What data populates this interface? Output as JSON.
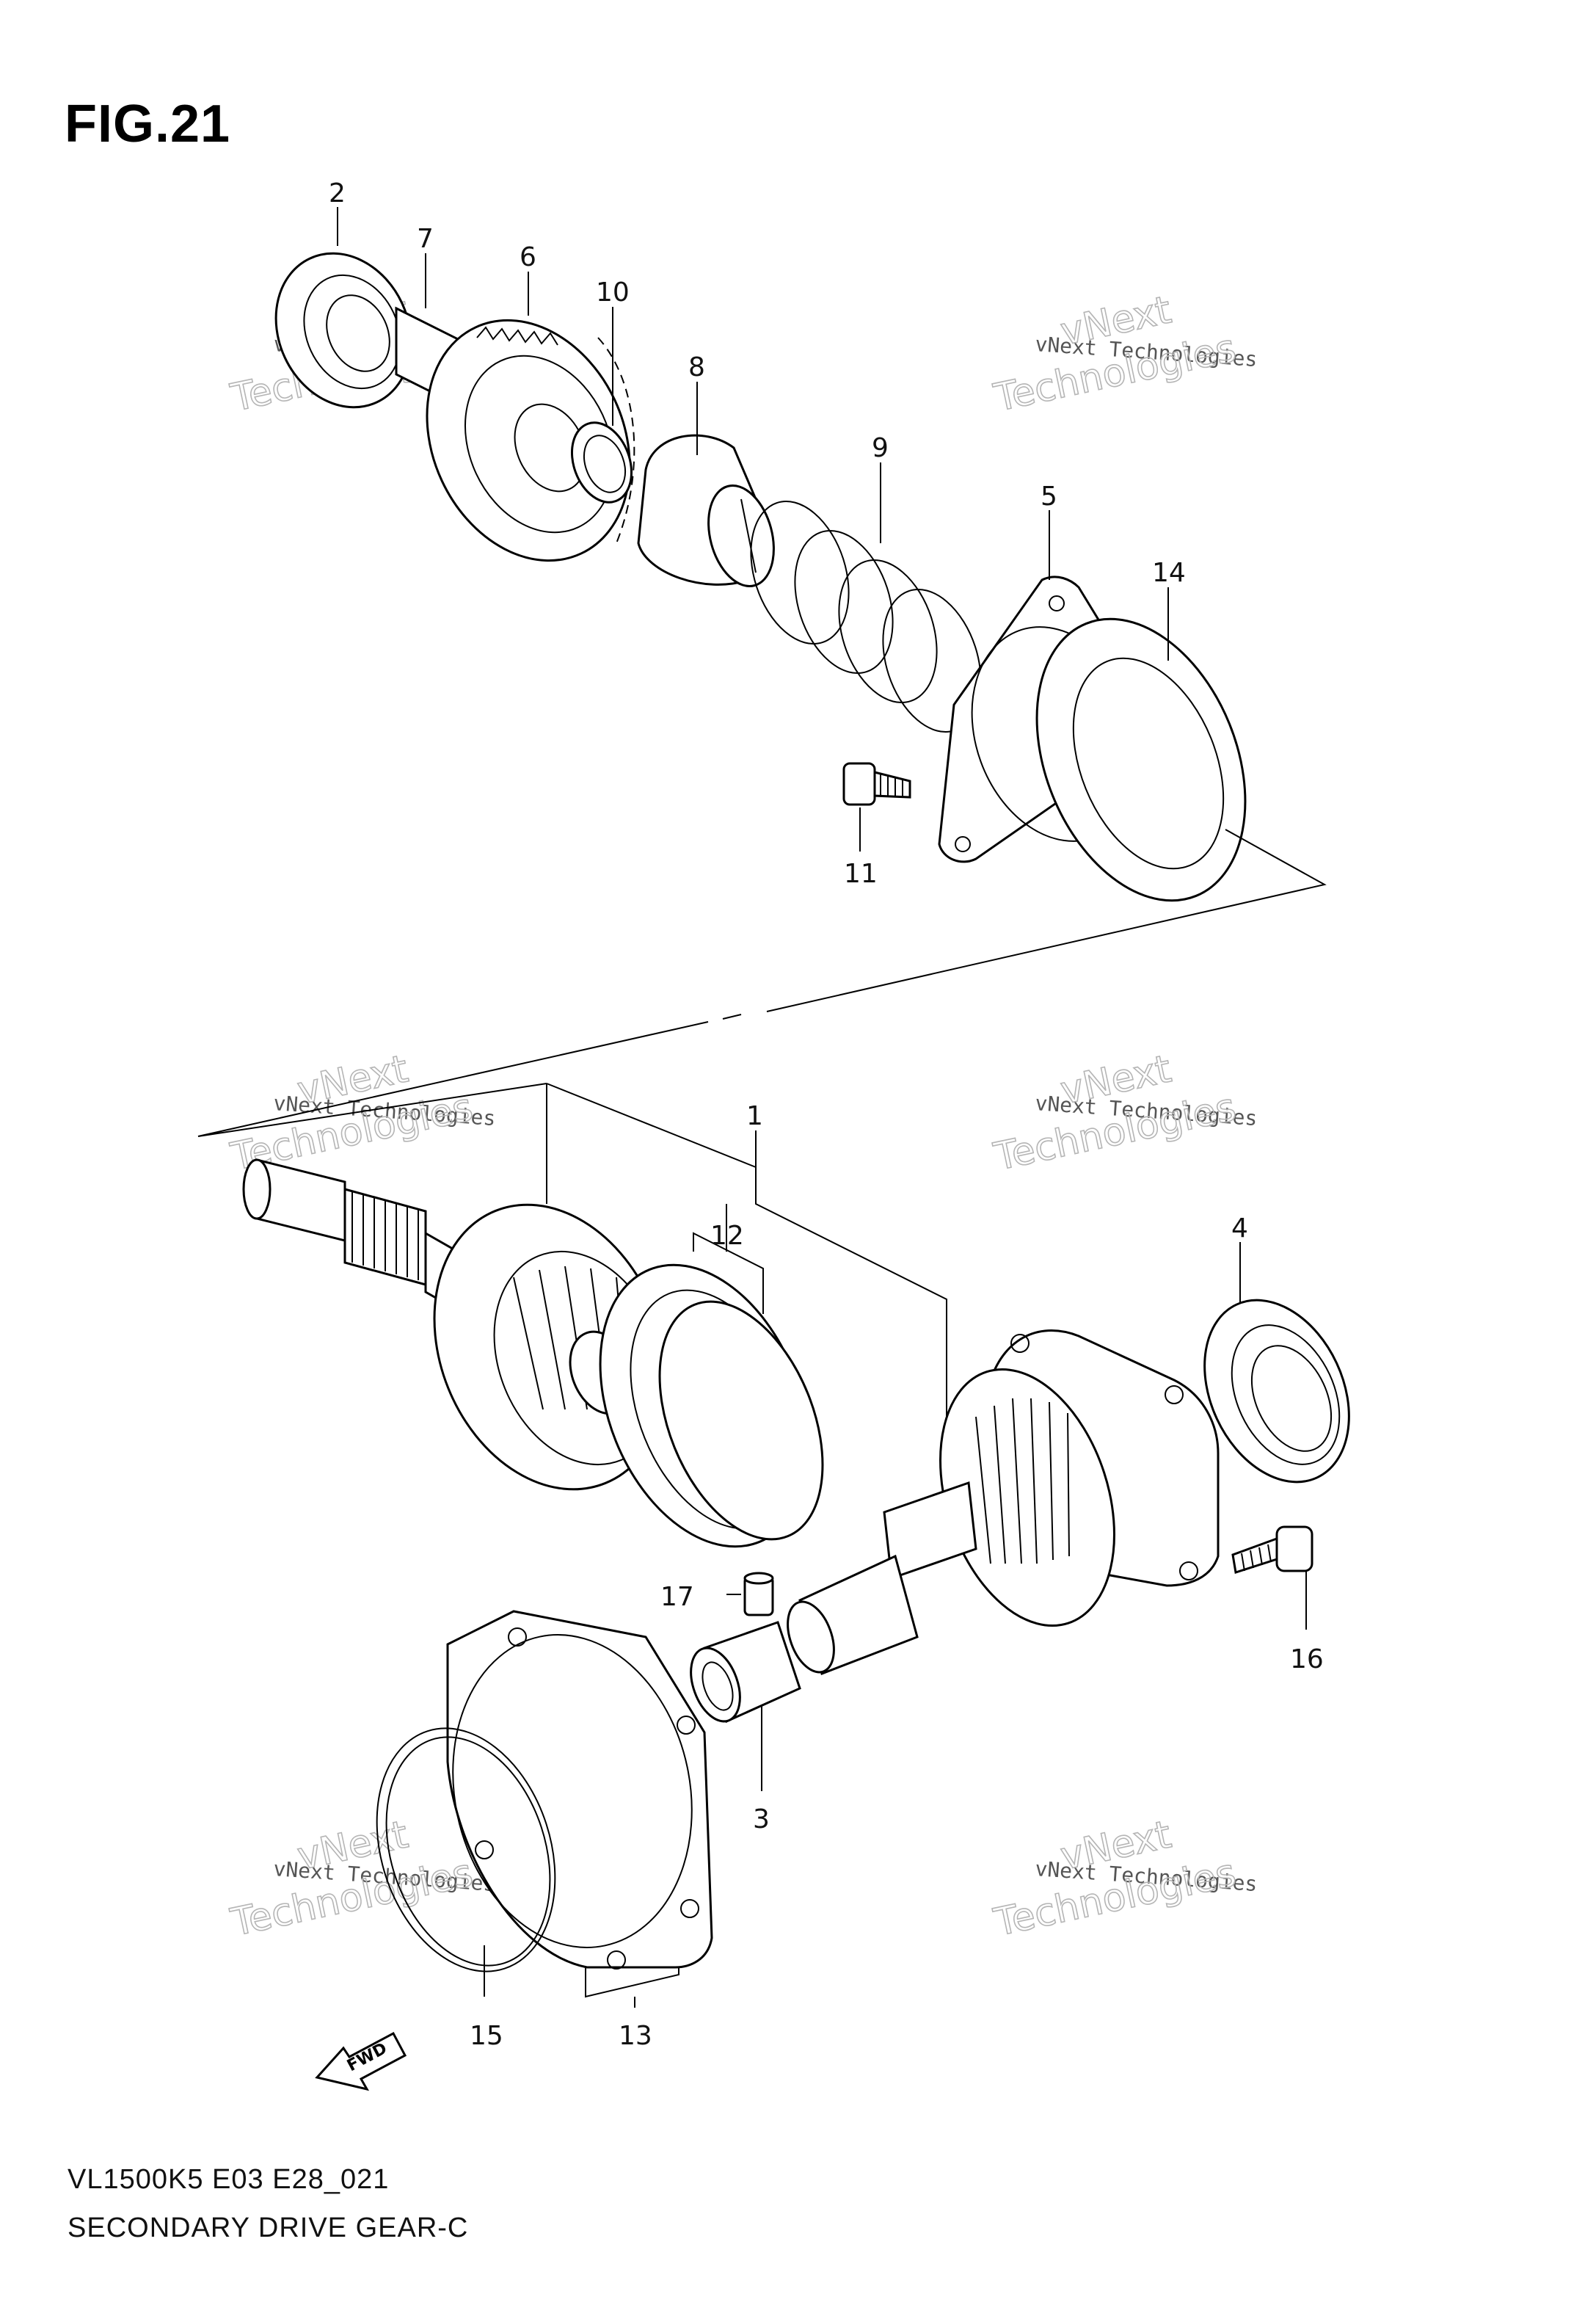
{
  "figure": {
    "title": "FIG.21",
    "code": "VL1500K5 E03 E28_021",
    "name": "SECONDARY DRIVE GEAR-C"
  },
  "callouts": [
    "1",
    "2",
    "3",
    "4",
    "5",
    "6",
    "7",
    "8",
    "9",
    "10",
    "11",
    "12",
    "13",
    "14",
    "15",
    "16",
    "17"
  ],
  "watermark": {
    "line1": "vNext Technologies",
    "line2a": "vNext",
    "line2b": "Technologies"
  },
  "fwd_label": "FWD"
}
